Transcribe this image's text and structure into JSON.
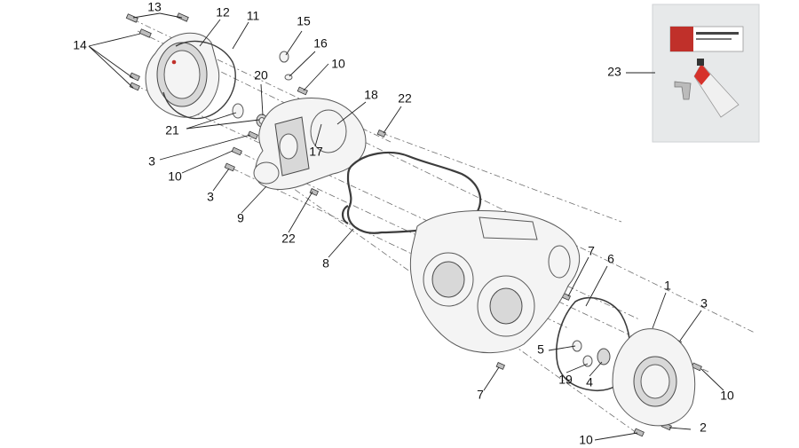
{
  "callouts": {
    "c1": "1",
    "c2": "2",
    "c3a": "3",
    "c3b": "3",
    "c3c": "3",
    "c4": "4",
    "c5": "5",
    "c6": "6",
    "c7a": "7",
    "c7b": "7",
    "c8": "8",
    "c9": "9",
    "c10a": "10",
    "c10b": "10",
    "c10c": "10",
    "c10d": "10",
    "c11": "11",
    "c12": "12",
    "c13": "13",
    "c14": "14",
    "c15": "15",
    "c16": "16",
    "c17": "17",
    "c18": "18",
    "c19": "19",
    "c20": "20",
    "c21": "21",
    "c22a": "22",
    "c22b": "22",
    "c23": "23"
  },
  "colors": {
    "tube_red": "#d6322b",
    "box_red": "#c0302a",
    "inset_bg": "#e7e9ea"
  }
}
